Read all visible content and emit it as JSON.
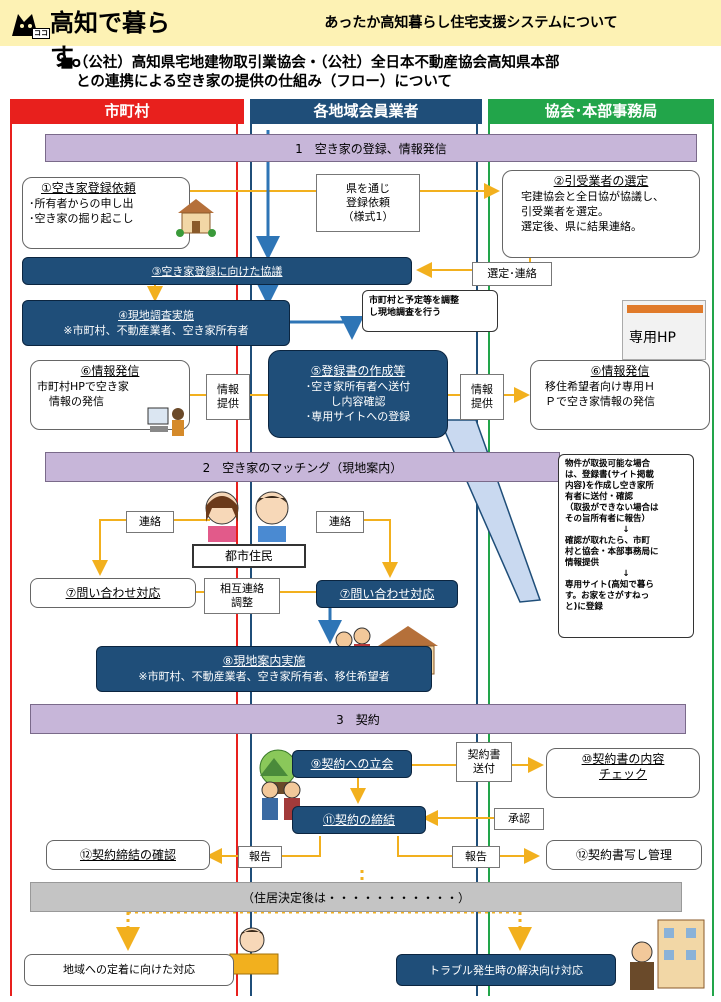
{
  "header": {
    "logo_text": "高知で暮らす。",
    "logo_badge": "ココ",
    "title": "あったか高知暮らし住宅支援システムについて"
  },
  "main_title": {
    "line1": "■（公社）高知県宅地建物取引業協会・（公社）全日本不動産協会高知県本部",
    "line2": "との連携による空き家の提供の仕組み（フロー）について"
  },
  "columns": [
    {
      "label": "市町村",
      "color": "#e8201d"
    },
    {
      "label": "各地域会員業者",
      "color": "#1f4e79"
    },
    {
      "label": "協会･本部事務局",
      "color": "#22a54a"
    }
  ],
  "phases": {
    "p1": "1　空き家の登録、情報発信",
    "p2": "2　空き家のマッチング（現地案内）",
    "p3": "3　契約"
  },
  "boxes": {
    "b1_title": "①空き家登録依頼",
    "b1_l1": "･所有者からの申し出",
    "b1_l2": "･空き家の掘り起こし",
    "b2_title": "②引受業者の選定",
    "b2_l1": "宅建協会と全日協が協議し、",
    "b2_l2": "引受業者を選定。",
    "b2_l3": "選定後、県に結果連絡。",
    "b3": "③空き家登録に向けた協議",
    "b4_title": "④現地調査実施",
    "b4_sub": "※市町村、不動産業者、空き家所有者",
    "b5_title": "⑤登録書の作成等",
    "b5_l1": "･空き家所有者へ送付",
    "b5_l2": "し内容確認",
    "b5_l3": "･専用サイトへの登録",
    "b6a_title": "⑥情報発信",
    "b6a_l1": "市町村HPで空き家",
    "b6a_l2": "情報の発信",
    "b6b_title": "⑥情報発信",
    "b6b_l1": "移住希望者向け専用Ｈ",
    "b6b_l2": "Ｐで空き家情報の発信",
    "hp_label": "専用HP",
    "b7a": "⑦問い合わせ対応",
    "b7b": "⑦問い合わせ対応",
    "city_residents": "都市住民",
    "b8_title": "⑧現地案内実施",
    "b8_sub": "※市町村、不動産業者、空き家所有者、移住希望者",
    "b9": "⑨契約への立会",
    "b10_l1": "⑩契約書の内容",
    "b10_l2": "チェック",
    "b11": "⑪契約の締結",
    "b12a": "⑫契約締結の確認",
    "b12b": "⑫契約書写し管理",
    "after": "（住居決定後は・・・・・・・・・・・）",
    "local": "地域への定着に向けた対応",
    "trouble": "トラブル発生時の解決向け対応"
  },
  "tags": {
    "via_pref_l1": "県を通じ",
    "via_pref_l2": "登録依頼",
    "via_pref_l3": "（様式1）",
    "select_contact": "選定･連絡",
    "info1_l1": "情報",
    "info1_l2": "提供",
    "info2_l1": "情報",
    "info2_l2": "提供",
    "contact1": "連絡",
    "contact2": "連絡",
    "mutual_l1": "相互連絡",
    "mutual_l2": "調整",
    "send_l1": "契約書",
    "send_l2": "送付",
    "approve": "承認",
    "report1": "報告",
    "report2": "報告"
  },
  "callouts": {
    "c1_l1": "市町村と予定等を調整",
    "c1_l2": "し現地調査を行う",
    "c2_l1": "物件が取扱可能な場合",
    "c2_l2": "は、登録書(サイト掲載",
    "c2_l3": "内容)を作成し空き家所",
    "c2_l4": "有者に送付・確認",
    "c2_l5": "（取扱ができない場合は",
    "c2_l6": "その旨所有者に報告）",
    "c2_l7": "↓",
    "c2_l8": "確認が取れたら、市町",
    "c2_l9": "村と協会・本部事務局に",
    "c2_l10": "情報提供",
    "c2_l11": "↓",
    "c2_l12": "専用サイト(高知で暮ら",
    "c2_l13": "す。お家をさがすねっ",
    "c2_l14": "と)に登録"
  }
}
